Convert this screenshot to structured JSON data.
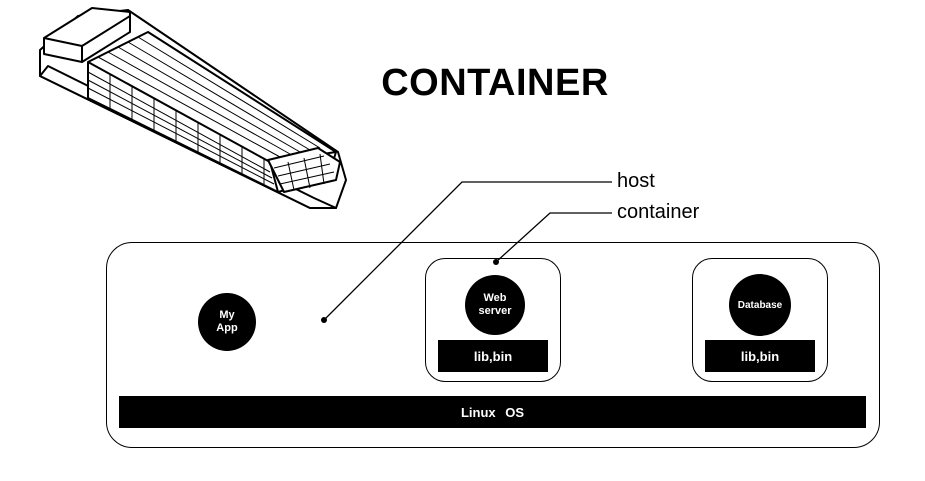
{
  "title": "CONTAINER",
  "labels": {
    "host": "host",
    "container": "container"
  },
  "host": {
    "app_label": "My\nApp",
    "os_label": "Linux  OS"
  },
  "containers": [
    {
      "name": "Web\nserver",
      "lib": "lib,bin"
    },
    {
      "name": "Database",
      "lib": "lib,bin"
    }
  ],
  "icons": {
    "ship": "container-ship-icon"
  },
  "colors": {
    "ink": "#000000",
    "background": "#ffffff"
  }
}
